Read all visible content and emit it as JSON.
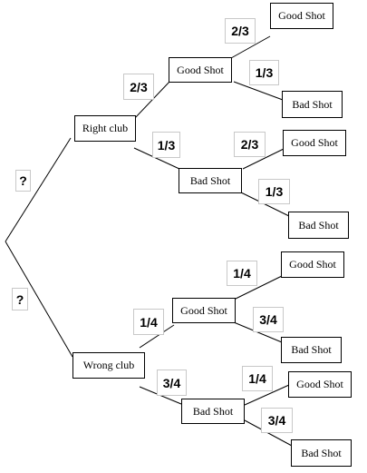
{
  "colors": {
    "line": "#000000",
    "node_border": "#000000",
    "prob_border": "#c8c8c8"
  },
  "tree": {
    "branches": [
      {
        "label": "Right club",
        "probability": "?",
        "children": [
          {
            "label": "Good Shot",
            "probability": "2/3",
            "children": [
              {
                "label": "Good Shot",
                "probability": "2/3"
              },
              {
                "label": "Bad Shot",
                "probability": "1/3"
              }
            ]
          },
          {
            "label": "Bad Shot",
            "probability": "1/3",
            "children": [
              {
                "label": "Good Shot",
                "probability": "2/3"
              },
              {
                "label": "Bad Shot",
                "probability": "1/3"
              }
            ]
          }
        ]
      },
      {
        "label": "Wrong club",
        "probability": "?",
        "children": [
          {
            "label": "Good Shot",
            "probability": "1/4",
            "children": [
              {
                "label": "Good Shot",
                "probability": "1/4"
              },
              {
                "label": "Bad Shot",
                "probability": "3/4"
              }
            ]
          },
          {
            "label": "Bad Shot",
            "probability": "3/4",
            "children": [
              {
                "label": "Good Shot",
                "probability": "1/4"
              },
              {
                "label": "Bad Shot",
                "probability": "3/4"
              }
            ]
          }
        ]
      }
    ]
  }
}
